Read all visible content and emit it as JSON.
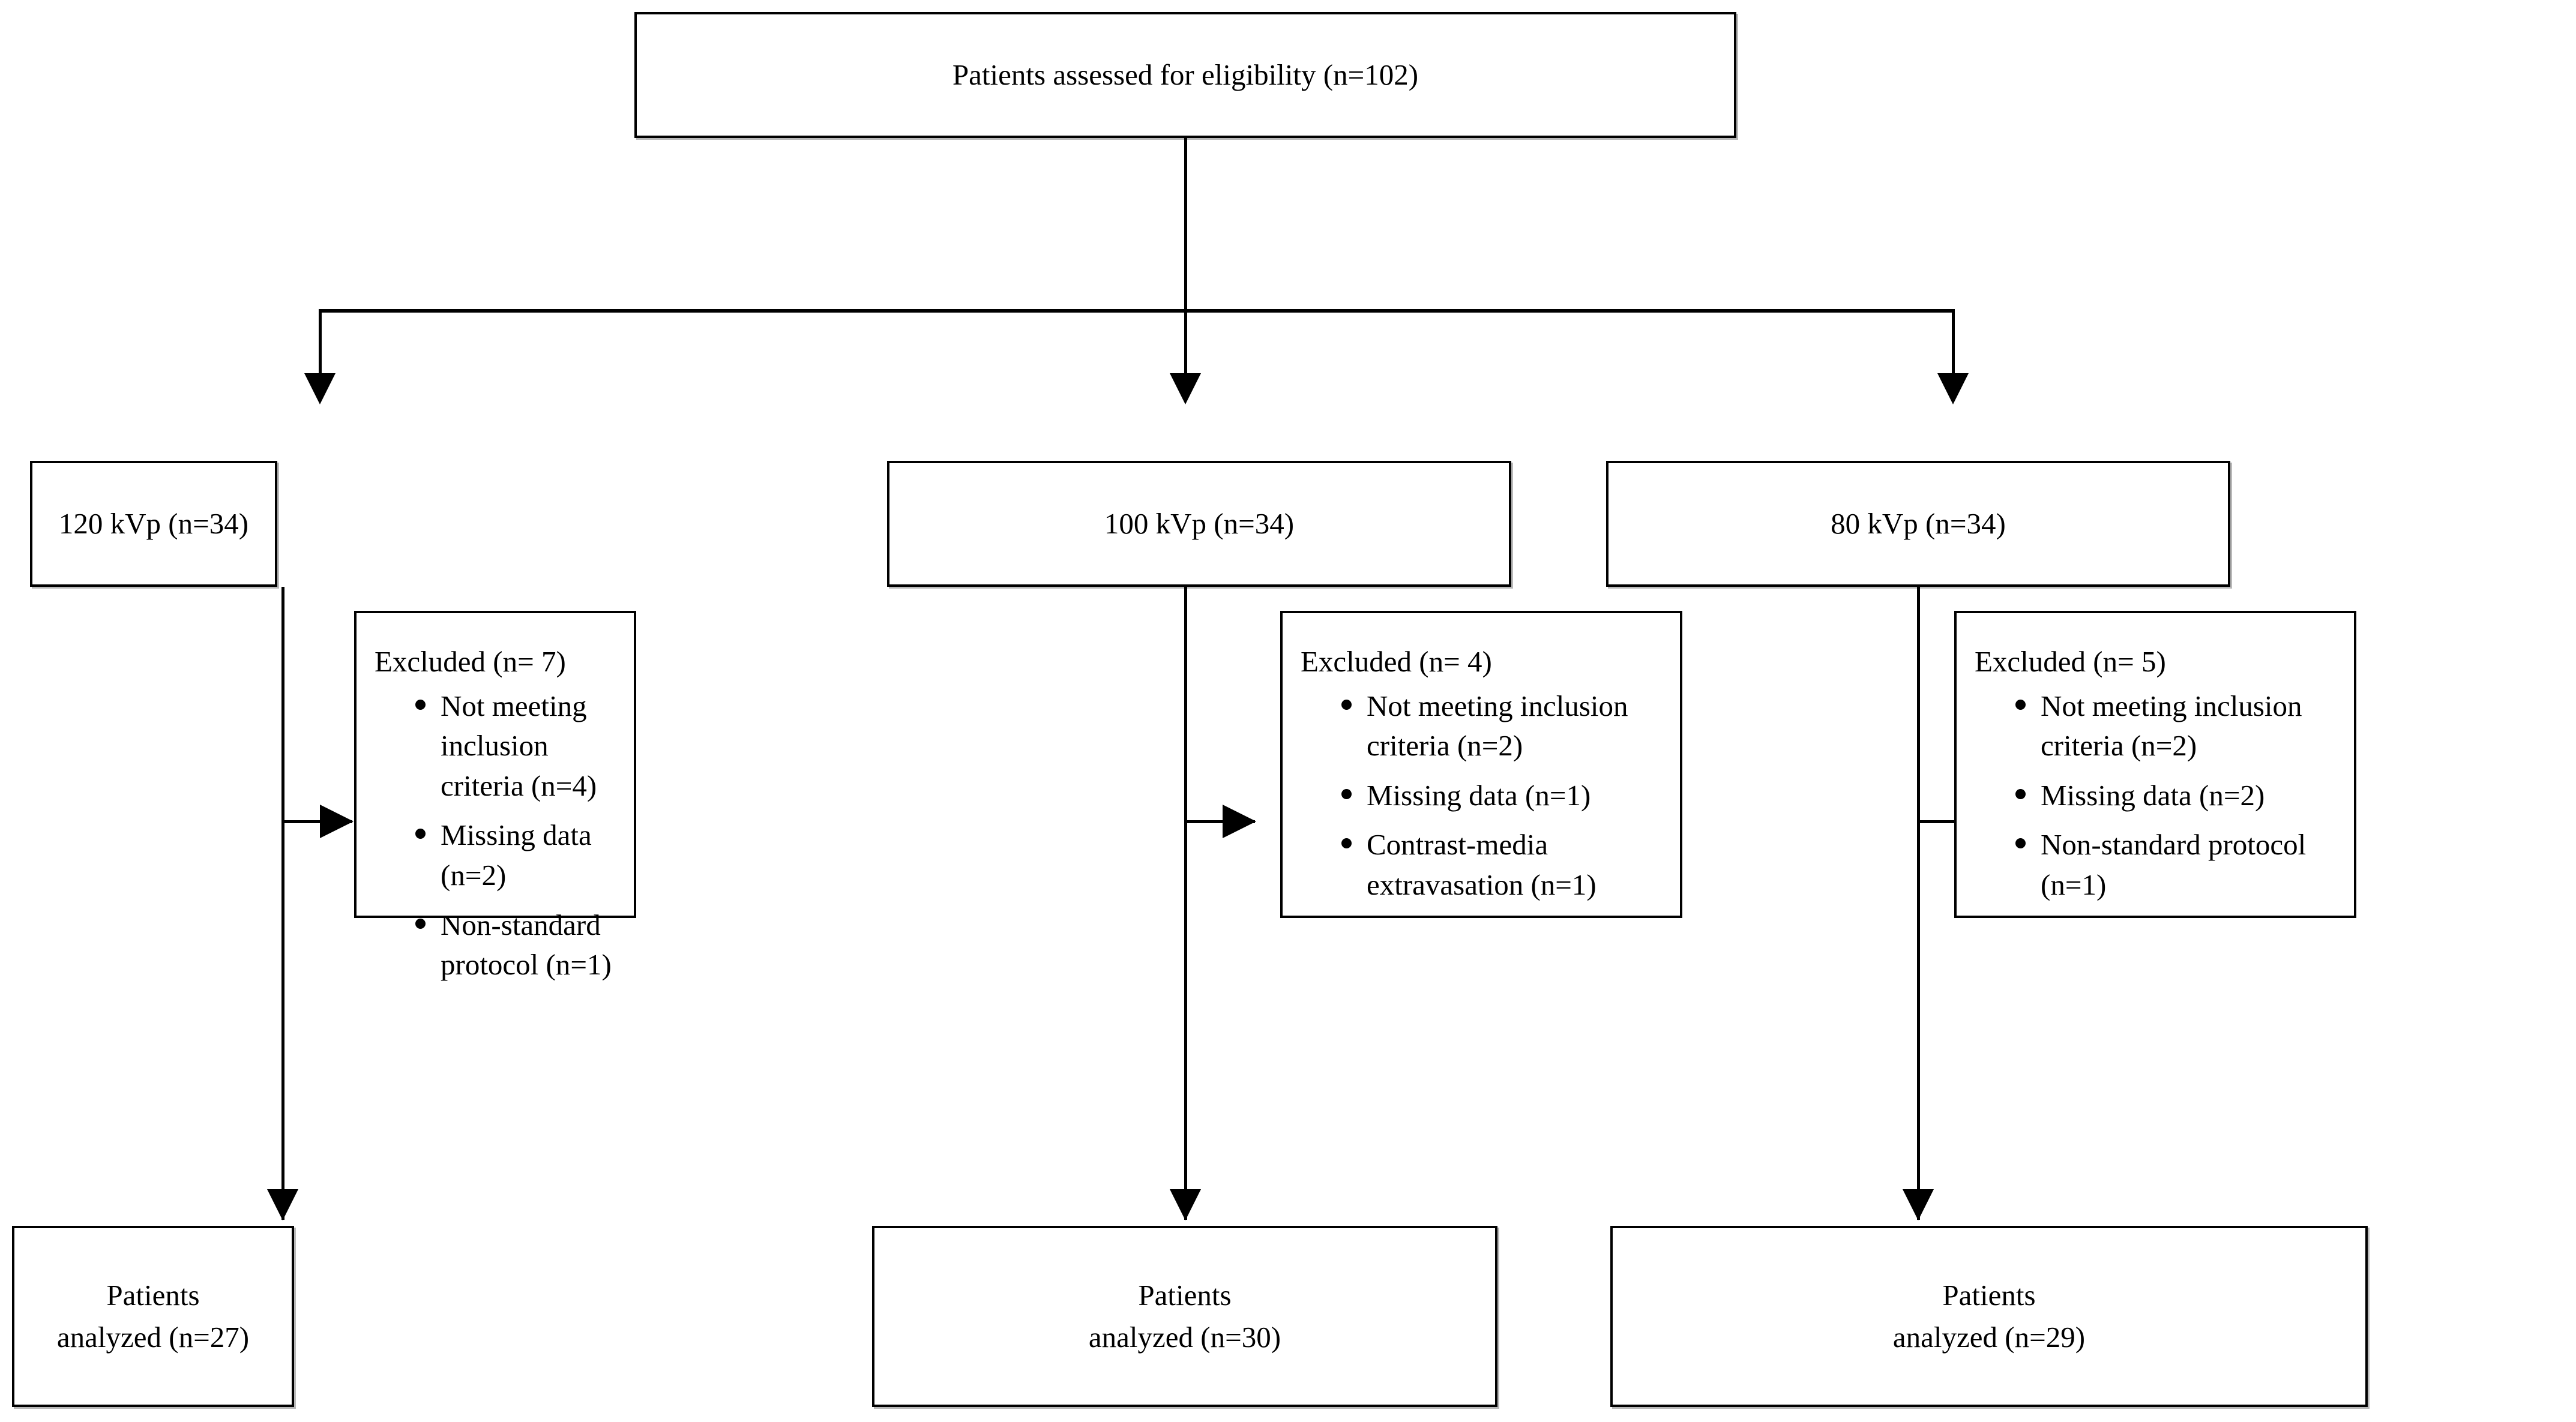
{
  "figure": {
    "type": "consort-flow-diagram",
    "title": "Patient enrollment flow diagram",
    "background_color": "#ffffff",
    "line_color": "#000000",
    "text_color": "#000000"
  },
  "enrollment": {
    "label": "Patients assessed for eligibility (n=102)",
    "n": 102
  },
  "groups": [
    {
      "id": "kvp-120",
      "label": "120 kVp (n=34)",
      "n": 34,
      "excluded": {
        "title": "Excluded (n= 7)",
        "n": 7,
        "reasons": [
          "Not meeting inclusion criteria (n=4)",
          "Missing data (n=2)",
          "Non-standard protocol (n=1)"
        ]
      },
      "analyzed": {
        "line1": "Patients",
        "line2": "analyzed (n=27)",
        "n": 27
      }
    },
    {
      "id": "kvp-100",
      "label": "100 kVp (n=34)",
      "n": 34,
      "excluded": {
        "title": "Excluded (n= 4)",
        "n": 4,
        "reasons": [
          "Not meeting inclusion criteria (n=2)",
          "Missing data (n=1)",
          "Contrast-media extravasation (n=1)"
        ]
      },
      "analyzed": {
        "line1": "Patients",
        "line2": "analyzed (n=30)",
        "n": 30
      }
    },
    {
      "id": "kvp-80",
      "label": "80 kVp (n=34)",
      "n": 34,
      "excluded": {
        "title": "Excluded (n= 5)",
        "n": 5,
        "reasons": [
          "Not meeting inclusion criteria (n=2)",
          "Missing data (n=2)",
          "Non-standard protocol (n=1)"
        ]
      },
      "analyzed": {
        "line1": "Patients",
        "line2": "analyzed (n=29)",
        "n": 29
      }
    }
  ]
}
